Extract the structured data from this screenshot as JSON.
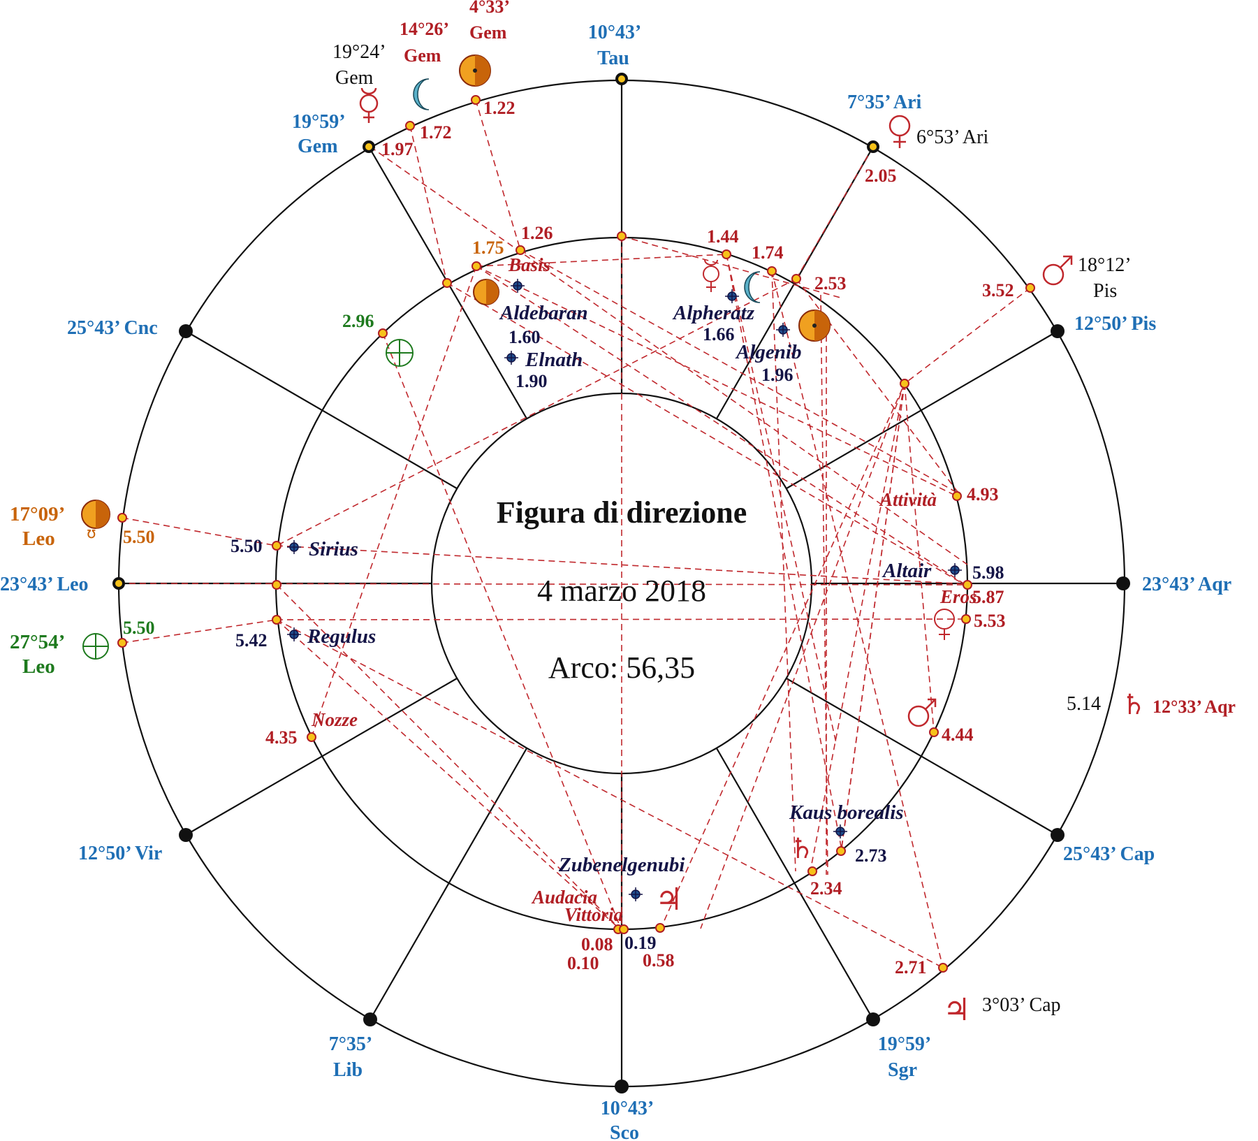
{
  "title": "Figura di direzione",
  "date": "4 marzo 2018",
  "arc": "Arco: 56,35",
  "colors": {
    "cusp_label": "#1f6fb5",
    "direction_red": "#b01e24",
    "star_navy": "#141446",
    "sun_orange": "#c8640a",
    "fortune_green": "#1e7a1e"
  },
  "cusps": {
    "top": {
      "deg": "10°43’",
      "sign": "Tau"
    },
    "bottom": {
      "deg": "10°43’",
      "sign": "Sco"
    },
    "left": "23°43’ Leo",
    "right": "23°43’ Aqr",
    "ari": "7°35’ Ari",
    "gem": {
      "deg": "19°59’",
      "sign": "Gem"
    },
    "cnc": "25°43’ Cnc",
    "pis": "12°50’ Pis",
    "vir": "12°50’ Vir",
    "cap": "25°43’ Cap",
    "lib": {
      "deg": "7°35’",
      "sign": "Lib"
    },
    "sgr": {
      "deg": "19°59’",
      "sign": "Sgr"
    }
  },
  "natal": {
    "moon": {
      "deg": "4°33’",
      "sign": "Gem"
    },
    "mercury_red": {
      "deg": "14°26’",
      "sign": "Gem"
    },
    "mercury_black": {
      "deg": "19°24’",
      "sign": "Gem"
    },
    "venus": "6°53’ Ari",
    "mars": {
      "deg": "18°12’",
      "sign": "Pis"
    },
    "sun": {
      "deg": "17°09’",
      "sign": "Leo"
    },
    "fortune": {
      "deg": "27°54’",
      "sign": "Leo"
    },
    "saturn": "12°33’ Aqr",
    "saturn_val": "5.14",
    "jupiter": "3°03’ Cap"
  },
  "values": {
    "v122": "1.22",
    "v172": "1.72",
    "v197": "1.97",
    "v205": "2.05",
    "v126": "1.26",
    "v175": "1.75",
    "v144": "1.44",
    "v174": "1.74",
    "v253": "2.53",
    "v352": "3.52",
    "v296": "2.96",
    "v160": "1.60",
    "v190": "1.90",
    "v166": "1.66",
    "v196": "1.96",
    "v550_sun": "5.50",
    "v550_fort": "5.50",
    "v550_sirius": "5.50",
    "v542": "5.42",
    "v493": "4.93",
    "v598": "5.98",
    "v587": "5.87",
    "v553": "5.53",
    "v444": "4.44",
    "v435": "4.35",
    "v273": "2.73",
    "v234": "2.34",
    "v271": "2.71",
    "v008": "0.08",
    "v010": "0.10",
    "v019": "0.19",
    "v058": "0.58"
  },
  "stars": {
    "aldebaran": "Aldebaran",
    "elnath": "Elnath",
    "alpheratz": "Alpheratz",
    "algenib": "Algenib",
    "sirius": "Sirius",
    "regulus": "Regulus",
    "altair": "Altair",
    "kaus": "Kaus borealis",
    "zuben": "Zubenelgenubi"
  },
  "lots": {
    "basis": "Basis",
    "attivita": "Attività",
    "eros": "Eros",
    "nozze": "Nozze",
    "audacia": "Audacia",
    "vittoria": "Vittoria"
  }
}
